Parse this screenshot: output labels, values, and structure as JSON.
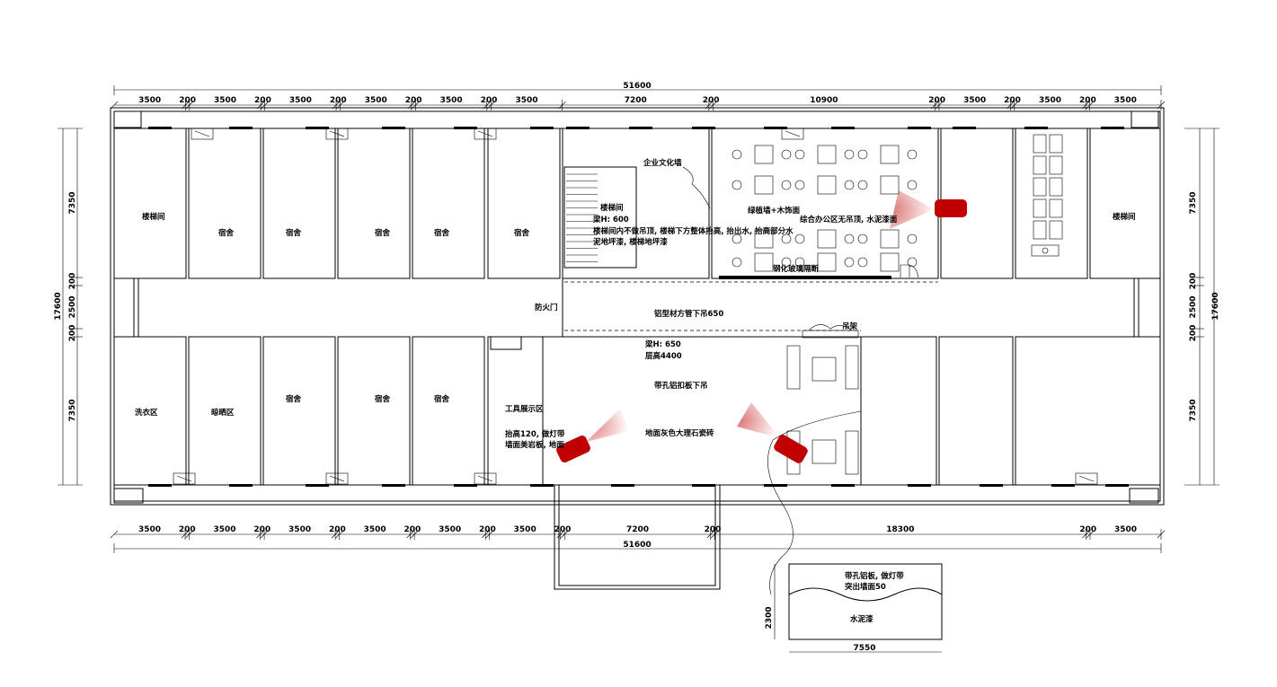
{
  "dimensions": {
    "overall_top": "51600",
    "overall_bottom": "51600",
    "top_segments": [
      "3500",
      "200",
      "3500",
      "200",
      "3500",
      "200",
      "3500",
      "200",
      "3500",
      "200",
      "3500",
      "7200",
      "200",
      "10900",
      "200",
      "3500",
      "200",
      "3500",
      "200",
      "3500"
    ],
    "bottom_segments": [
      "3500",
      "200",
      "3500",
      "200",
      "3500",
      "200",
      "3500",
      "200",
      "3500",
      "200",
      "3500",
      "200",
      "7200",
      "200",
      "18300",
      "200",
      "3500"
    ],
    "left_total": "17600",
    "left_segments": [
      "7350",
      "200",
      "2500",
      "200",
      "7350"
    ],
    "right_total": "17600",
    "right_segments": [
      "7350",
      "200",
      "2500",
      "200",
      "7350"
    ],
    "detail_height": "2300",
    "detail_width": "7550"
  },
  "rooms": {
    "stair_left": "楼梯间",
    "dorm": "宿舍",
    "stair_center": "楼梯间",
    "stair_right": "楼梯间",
    "laundry": "洗衣区",
    "drying": "晾晒区",
    "tool_display": "工具展示区",
    "fire_door": "防火门",
    "culture_wall": "企业文化墙"
  },
  "annotations": {
    "stair_note_1": "梁H: 600",
    "stair_note_2": "楼梯间内不做吊顶, 楼梯下方整体抬高, 抬出水, 抬高部分水",
    "stair_note_3": "泥地坪漆, 楼梯地坪漆",
    "green_wall": "绿植墙+木饰面",
    "office_note": "综合办公区无吊顶, 水泥漆面",
    "glass_partition": "钢化玻璃隔断",
    "corridor_ceiling": "铝型材方管下吊650",
    "hanging_rack": "吊架",
    "beam_height": "梁H: 650",
    "floor_height": "层高4400",
    "perforated_ceiling": "带孔铝扣板下吊",
    "tool_note_1": "抬高120, 做灯带",
    "tool_note_2": "墙面美岩板, 地面",
    "floor_tile": "地面灰色大理石瓷砖",
    "detail_note_1": "带孔铝板, 做灯带",
    "detail_note_2": "突出墙面50",
    "detail_cement": "水泥漆"
  }
}
